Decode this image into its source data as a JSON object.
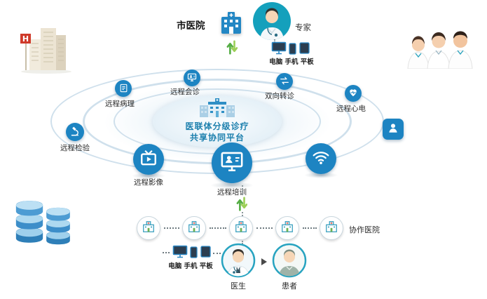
{
  "colors": {
    "primary_blue": "#1d84c2",
    "avatar_teal": "#14a0bc",
    "accent_green": "#55ad45",
    "ring_blue": "#cfe0ec",
    "title_teal": "#1b7fad"
  },
  "header": {
    "city_hospital_label": "市医院",
    "expert_label": "专家",
    "devices_label": "电脑 手机 平板"
  },
  "center": {
    "title_line1": "医联体分级诊疗",
    "title_line2": "共享协同平台"
  },
  "orbit_items": [
    {
      "label": "远程会诊",
      "icon": "video-consult-icon"
    },
    {
      "label": "双向转诊",
      "icon": "two-way-arrows-icon"
    },
    {
      "label": "远程心电",
      "icon": "heart-ecg-icon"
    },
    {
      "label": "远程病理",
      "icon": "report-icon"
    },
    {
      "label": "远程检验",
      "icon": "microscope-icon"
    },
    {
      "label": "远程影像",
      "icon": "tv-icon"
    },
    {
      "label": "远程培训",
      "icon": "training-monitor-icon"
    }
  ],
  "bottom": {
    "partner_hospitals_label": "协作医院",
    "devices_label": "电脑 手机 平板",
    "doctor_label": "医生",
    "patient_label": "患者"
  },
  "decor": {
    "hospital_sign": "H"
  }
}
